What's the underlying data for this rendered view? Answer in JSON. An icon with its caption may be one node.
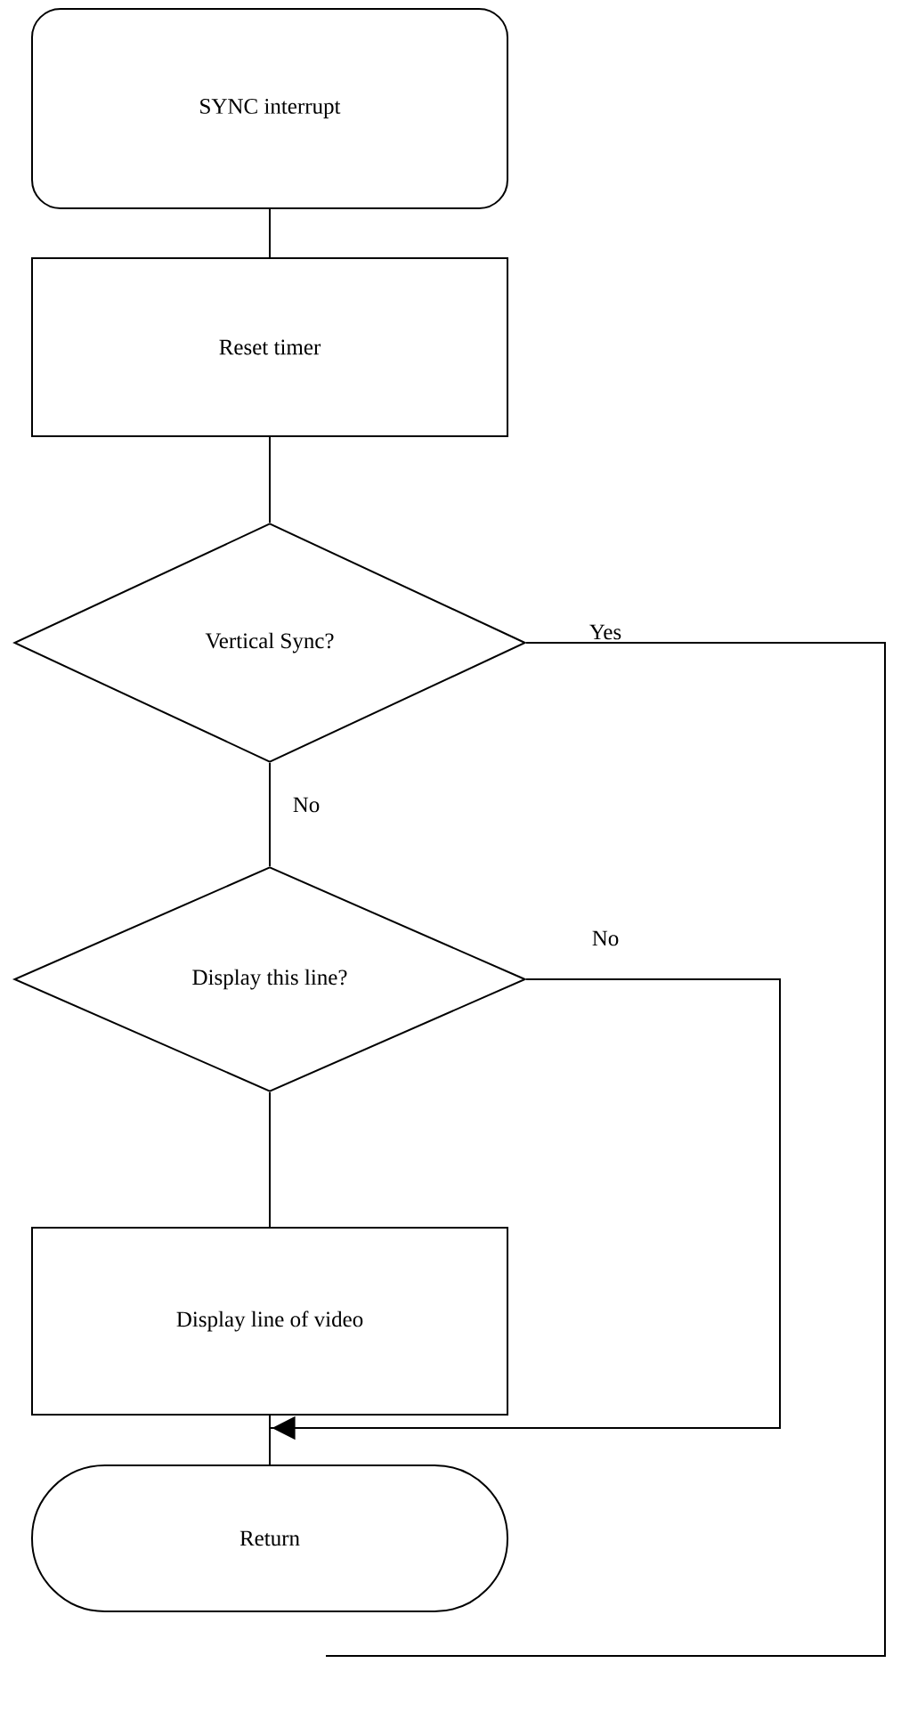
{
  "diagram": {
    "nodes": [
      {
        "text": [
          "SYNC interrupt"
        ]
      },
      {
        "text": [
          "Reset timer"
        ]
      },
      {
        "text": [
          "Vertical Sync?"
        ]
      },
      {
        "text": [
          "Display this line?"
        ]
      },
      {
        "text": [
          "Display line of video"
        ]
      },
      {
        "text": [
          "Return"
        ]
      }
    ],
    "edges": [
      {
        "from": 0,
        "to": 1,
        "arrow": "none"
      },
      {
        "from": 1,
        "to": 2,
        "arrow": "none"
      },
      {
        "from": 2,
        "to": 3,
        "arrow": "none",
        "label": "No"
      },
      {
        "from": 3,
        "to": 4,
        "arrow": "none"
      },
      {
        "from": 4,
        "to": 5,
        "arrow": "none"
      },
      {
        "from": 3,
        "to": 5,
        "arrow": "to",
        "label": "No"
      },
      {
        "from": 2,
        "to": null,
        "arrow": "none",
        "label": "Yes"
      }
    ]
  }
}
